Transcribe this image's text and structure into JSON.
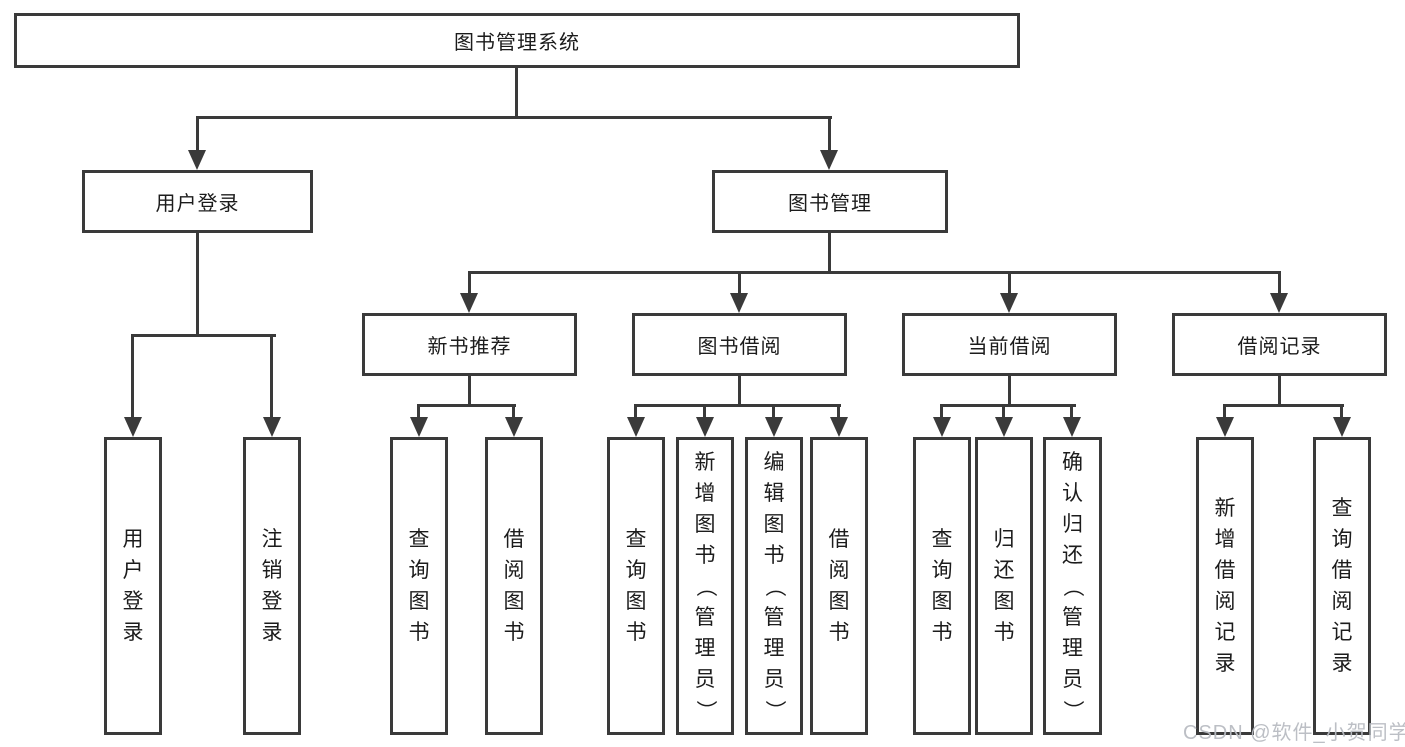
{
  "title": "图书管理系统",
  "watermark": "CSDN @软件_小贺同学",
  "colors": {
    "line": "#3a3a3a",
    "text": "#1c1c1c",
    "background": "#ffffff",
    "watermark": "#b9bcc2"
  },
  "tree": {
    "root": {
      "label": "图书管理系统"
    },
    "branches": [
      {
        "label": "用户登录",
        "children": [
          {
            "label": "用户登录"
          },
          {
            "label": "注销登录"
          }
        ]
      },
      {
        "label": "图书管理",
        "children": [
          {
            "label": "新书推荐",
            "children": [
              {
                "label": "查询图书"
              },
              {
                "label": "借阅图书"
              }
            ]
          },
          {
            "label": "图书借阅",
            "children": [
              {
                "label": "查询图书"
              },
              {
                "label": "新增图书（管理员）"
              },
              {
                "label": "编辑图书（管理员）"
              },
              {
                "label": "借阅图书"
              }
            ]
          },
          {
            "label": "当前借阅",
            "children": [
              {
                "label": "查询图书"
              },
              {
                "label": "归还图书"
              },
              {
                "label": "确认归还（管理员）"
              }
            ]
          },
          {
            "label": "借阅记录",
            "children": [
              {
                "label": "新增借阅记录"
              },
              {
                "label": "查询借阅记录"
              }
            ]
          }
        ]
      }
    ]
  }
}
